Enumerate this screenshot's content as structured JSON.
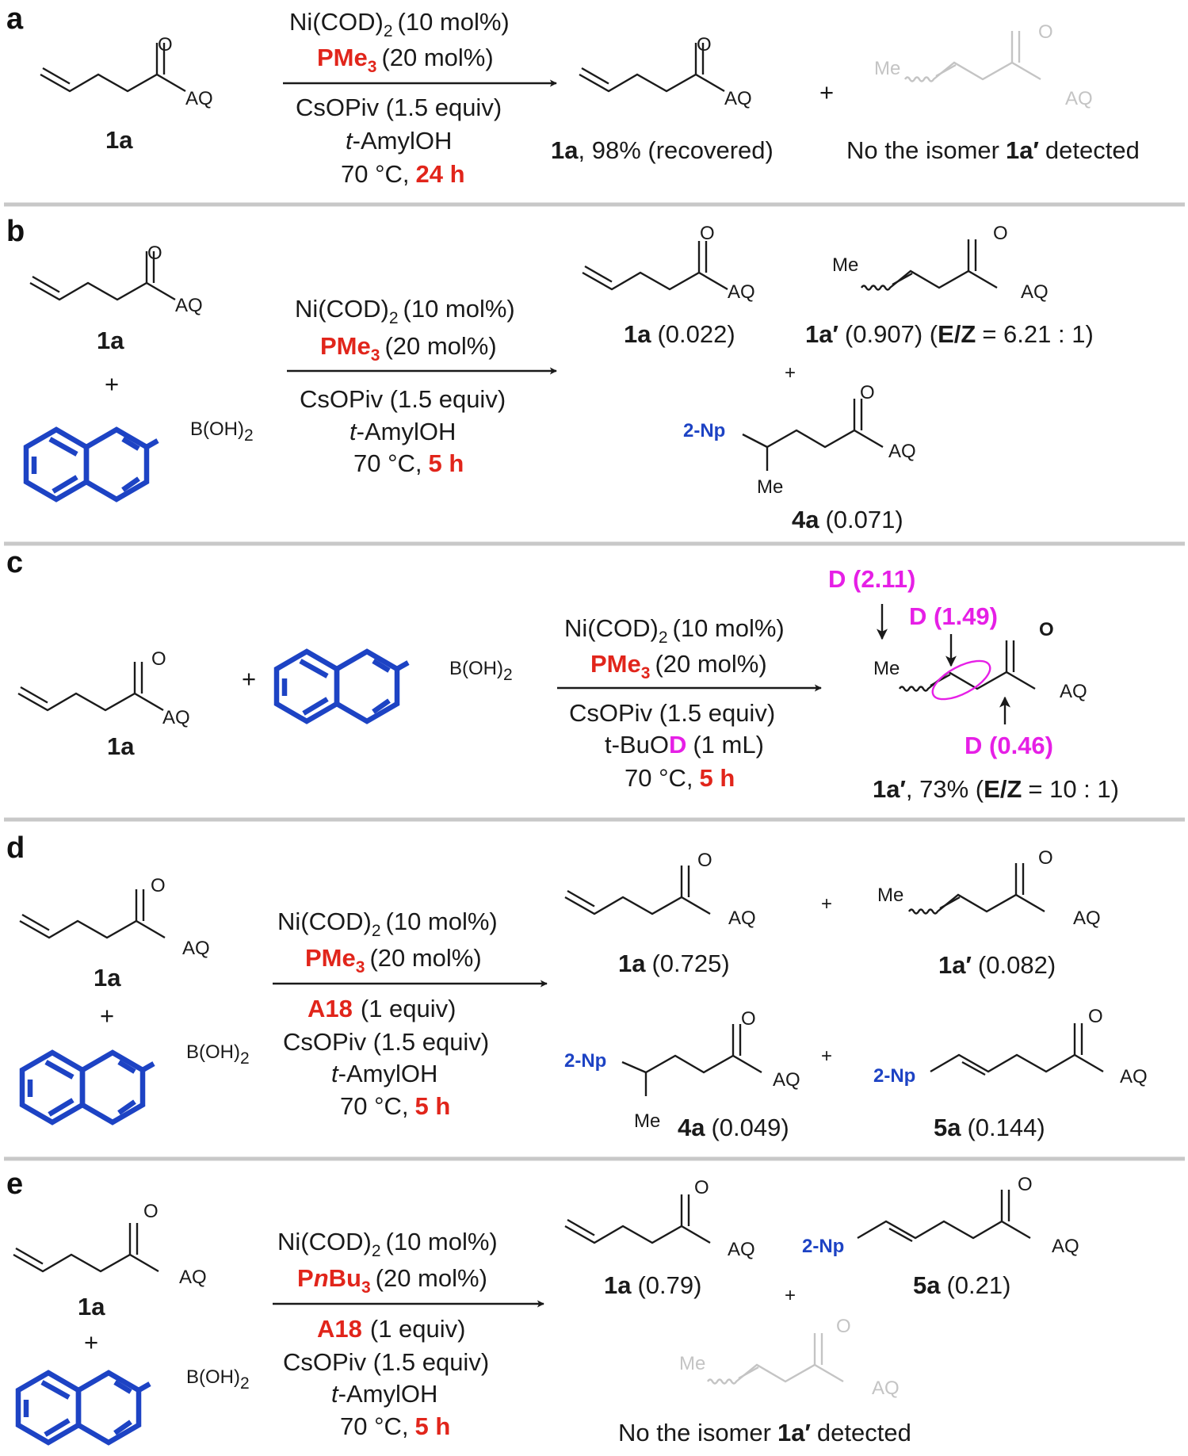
{
  "colors": {
    "text": "#1a1a1a",
    "highlight_red": "#e1251b",
    "aryl_blue": "#1d43c4",
    "deuterium_magenta": "#e61fe6",
    "faded_grey": "#c4c4c4",
    "separator": "#c8c8c8"
  },
  "atoms": {
    "O": "O",
    "AQ": "AQ",
    "Me": "Me",
    "BOH2": "B(OH)",
    "BOH2_sub": "2",
    "Np": "2-Np",
    "plus": "+"
  },
  "panels": {
    "a": {
      "label": "a",
      "reactant": "1a",
      "conditions": {
        "cat": "Ni(COD)",
        "cat_sub": "2",
        "cat_amt": "(10 mol%)",
        "lig": "PMe",
        "lig_sub": "3",
        "lig_amt": "(20 mol%)",
        "base": "CsOPiv (1.5 equiv)",
        "solv_it": "t",
        "solv": "-AmylOH",
        "temp": "70 °C,",
        "time": "24 h"
      },
      "product_name": "1a",
      "product_result": ", 98% (recovered)",
      "isomer_text_pre": "No the isomer",
      "isomer_name": "1a′",
      "isomer_text_post": "detected"
    },
    "b": {
      "label": "b",
      "reactant": "1a",
      "conditions": {
        "cat": "Ni(COD)",
        "cat_sub": "2",
        "cat_amt": "(10 mol%)",
        "lig": "PMe",
        "lig_sub": "3",
        "lig_amt": "(20 mol%)",
        "base": "CsOPiv (1.5  equiv)",
        "solv_it": "t",
        "solv": "-AmylOH",
        "temp": "70 °C,",
        "time": "5 h"
      },
      "p1_name": "1a",
      "p1_val": "(0.022)",
      "p2_name": "1a′",
      "p2_val": "(0.907) (",
      "p2_ez": "E/Z",
      "p2_ratio": "= 6.21 : 1)",
      "p3_name": "4a",
      "p3_val": "(0.071)"
    },
    "c": {
      "label": "c",
      "reactant": "1a",
      "conditions": {
        "cat": "Ni(COD)",
        "cat_sub": "2",
        "cat_amt": "(10 mol%)",
        "lig": "PMe",
        "lig_sub": "3",
        "lig_amt": "(20 mol%)",
        "base": "CsOPiv (1.5 equiv)",
        "solv_pre": "t-BuO",
        "solv_d": "D",
        "solv_post": "(1 mL)",
        "temp": "70 °C,",
        "time": "5 h"
      },
      "d_labels": [
        "D (2.11)",
        "D (1.49)",
        "D (0.46)"
      ],
      "product_name": "1a′",
      "product_yield": ", 73% (",
      "product_ez": "E/Z",
      "product_ratio": "= 10 : 1)"
    },
    "d": {
      "label": "d",
      "reactant": "1a",
      "conditions": {
        "cat": "Ni(COD)",
        "cat_sub": "2",
        "cat_amt": "(10 mol%)",
        "lig": "PMe",
        "lig_sub": "3",
        "lig_amt": "(20 mol%)",
        "additive": "A18",
        "additive_amt": "(1 equiv)",
        "base": "CsOPiv (1.5 equiv)",
        "solv_it": "t",
        "solv": "-AmylOH",
        "temp": "70 °C,",
        "time": "5 h"
      },
      "p1_name": "1a",
      "p1_val": "(0.725)",
      "p2_name": "1a′",
      "p2_val": "(0.082)",
      "p3_name": "4a",
      "p3_val": "(0.049)",
      "p4_name": "5a",
      "p4_val": "(0.144)"
    },
    "e": {
      "label": "e",
      "reactant": "1a",
      "conditions": {
        "cat": "Ni(COD)",
        "cat_sub": "2",
        "cat_amt": "(10 mol%)",
        "lig_p": "P",
        "lig_n": "n",
        "lig_bu": "Bu",
        "lig_sub": "3",
        "lig_amt": "(20 mol%)",
        "additive": "A18",
        "additive_amt": "(1 equiv)",
        "base": "CsOPiv (1.5 equiv)",
        "solv_it": "t",
        "solv": "-AmylOH",
        "temp": "70 °C,",
        "time": "5 h"
      },
      "p1_name": "1a",
      "p1_val": "(0.79)",
      "p2_name": "5a",
      "p2_val": "(0.21)",
      "isomer_text_pre": "No the isomer",
      "isomer_name": "1a′",
      "isomer_text_post": "detected"
    }
  }
}
